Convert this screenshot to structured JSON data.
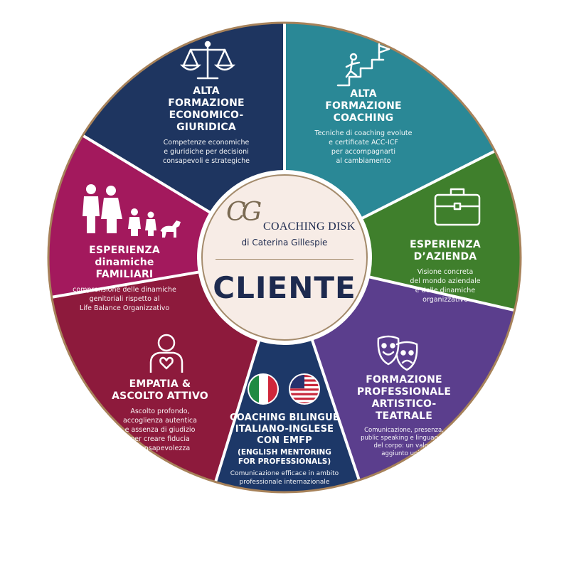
{
  "colors": {
    "navy": "#1e3560",
    "teal": "#2a8896",
    "green": "#3f7f2c",
    "purple": "#5b3e8d",
    "blue": "#1d3868",
    "crimson": "#8d1a3c",
    "magenta": "#a3195d",
    "center_fill": "#f7ece6",
    "gold_ring": "#a7825a"
  },
  "center": {
    "logo_mark": "CG",
    "brand": "COACHING DISK",
    "byline": "di Caterina Gillespie",
    "title": "CLIENTE"
  },
  "segments": [
    {
      "key": "economico",
      "icon": "scales-icon",
      "title": "ALTA\nFORMAZIONE\nECONOMICO-\nGIURIDICA",
      "desc": "Competenze economiche\ne giuridiche per decisioni\nconsapevoli e strategiche"
    },
    {
      "key": "coaching",
      "icon": "stairs-flag-icon",
      "title": "ALTA\nFORMAZIONE\nCOACHING",
      "desc": "Tecniche di coaching evolute\ne certificate ACC-ICF\nper accompagnarti\nal cambiamento"
    },
    {
      "key": "azienda",
      "icon": "briefcase-icon",
      "title": "ESPERIENZA\nD’AZIENDA",
      "desc": "Visione concreta\ndel mondo aziendale\ne delle dinamiche\norganizzative"
    },
    {
      "key": "teatrale",
      "icon": "theater-masks-icon",
      "title": "FORMAZIONE\nPROFESSIONALE\nARTISTICO-\nTEATRALE",
      "desc": "Comunicazione, presenza,\npublic speaking e linguaggio\ndel corpo: un valore\naggiunto unico"
    },
    {
      "key": "bilingue",
      "icon": "flags-icon",
      "title": "COACHING BILINGUE\nITALIANO-INGLESE\nCON EMFP",
      "subtitle": "(ENGLISH MENTORING\nFOR PROFESSIONALS)",
      "desc": "Comunicazione efficace in ambito\nprofessionale internazionale"
    },
    {
      "key": "empatia",
      "icon": "person-heart-icon",
      "title": "EMPATIA &\nASCOLTO ATTIVO",
      "desc": "Ascolto profondo,\naccoglienza autentica\ne assenza di giudizio\nper creare fiducia\ne consapevolezza"
    },
    {
      "key": "familiari",
      "icon": "family-icon",
      "title": "ESPERIENZA\ndinamiche\nFAMILIARI",
      "desc": "comprensione delle dinamiche\ngenitoriali rispetto al\nLife Balance Organizzativo"
    }
  ]
}
